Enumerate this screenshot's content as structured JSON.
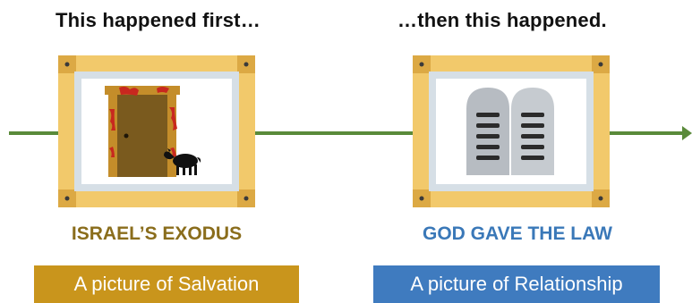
{
  "headings": {
    "first": "This happened first…",
    "then": "…then this happened."
  },
  "events": [
    {
      "picture_icon": "door-with-blood-and-lamb-icon",
      "title": "ISRAEL’S EXODUS",
      "title_color": "#8a6d1c",
      "caption": "A picture of Salvation",
      "caption_bg": "#c9951c"
    },
    {
      "picture_icon": "stone-tablets-icon",
      "title": "GOD GAVE THE LAW",
      "title_color": "#3a78b8",
      "caption": "A picture of Relationship",
      "caption_bg": "#3f7bbf"
    }
  ],
  "colors": {
    "timeline": "#5a8a3a",
    "frame": "#f2c96b",
    "frame_dark": "#dca944",
    "mat": "#d6dfe6"
  }
}
